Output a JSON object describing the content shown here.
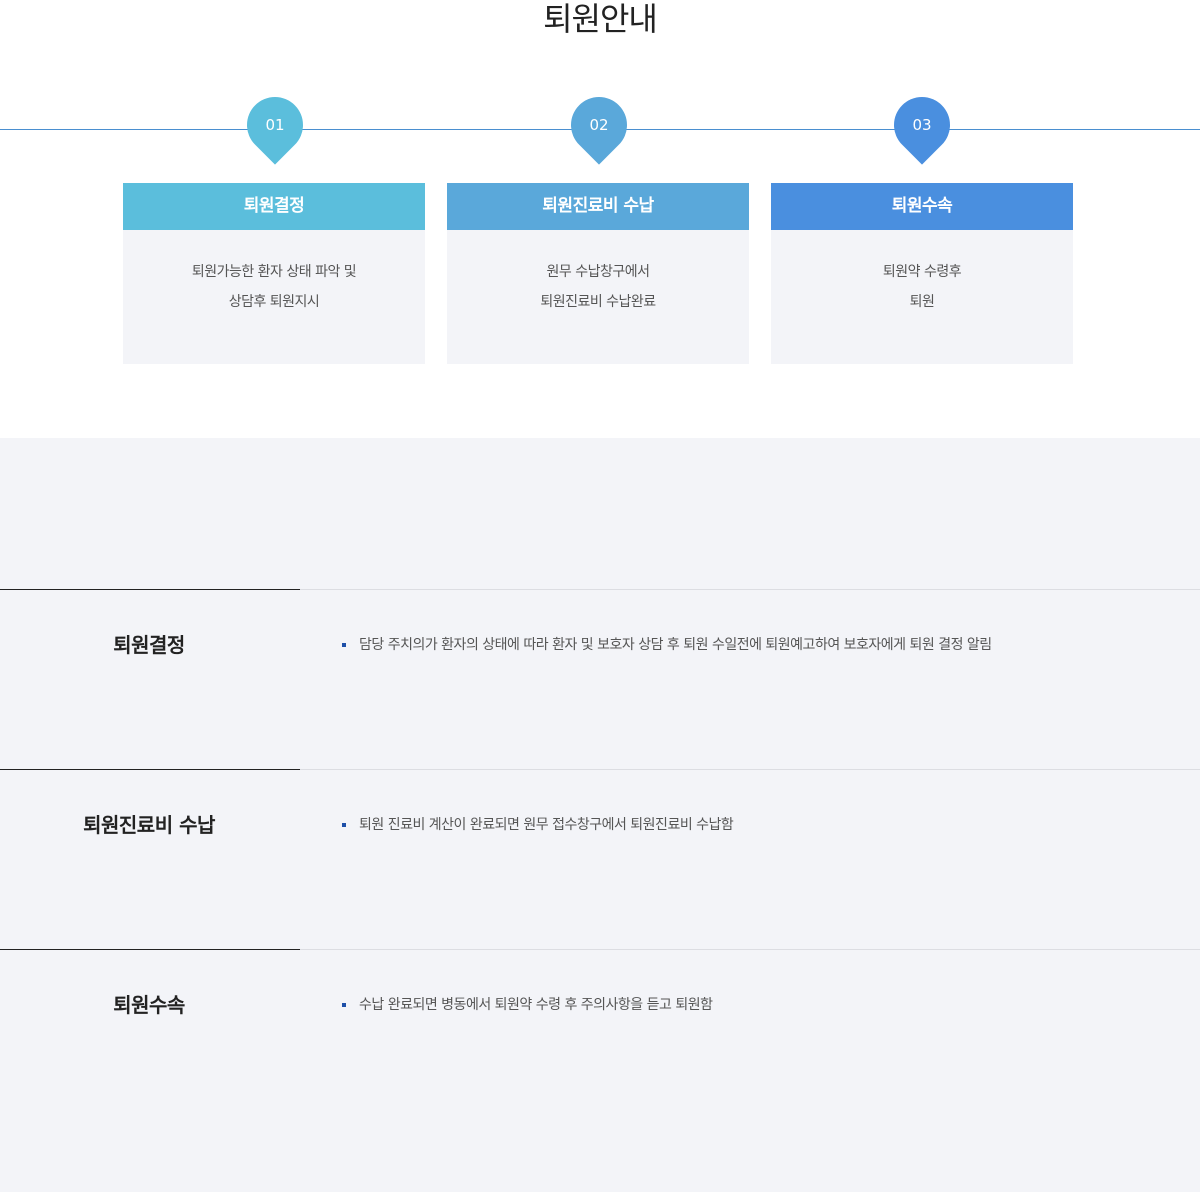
{
  "page_title": "퇴원안내",
  "colors": {
    "step1": "#5bbedc",
    "step2": "#5aa8da",
    "step3": "#4a8fdf",
    "timeline": "#4a8fd0",
    "bullet": "#1c4fa8"
  },
  "steps": [
    {
      "number": "01",
      "title": "퇴원결정",
      "line1": "퇴원가능한 환자 상태 파악 및",
      "line2": "상담후 퇴원지시"
    },
    {
      "number": "02",
      "title": "퇴원진료비 수납",
      "line1": "원무 수납창구에서",
      "line2": "퇴원진료비 수납완료"
    },
    {
      "number": "03",
      "title": "퇴원수속",
      "line1": "퇴원약 수령후",
      "line2": "퇴원"
    }
  ],
  "details": [
    {
      "title": "퇴원결정",
      "text": "담당 주치의가 환자의 상태에 따라 환자 및 보호자 상담 후 퇴원 수일전에 퇴원예고하여 보호자에게 퇴원 결정 알림"
    },
    {
      "title": "퇴원진료비 수납",
      "text": "퇴원 진료비 계산이 완료되면 원무 접수창구에서 퇴원진료비 수납함"
    },
    {
      "title": "퇴원수속",
      "text": "수납 완료되면 병동에서 퇴원약 수령 후 주의사항을 듣고 퇴원함"
    }
  ]
}
